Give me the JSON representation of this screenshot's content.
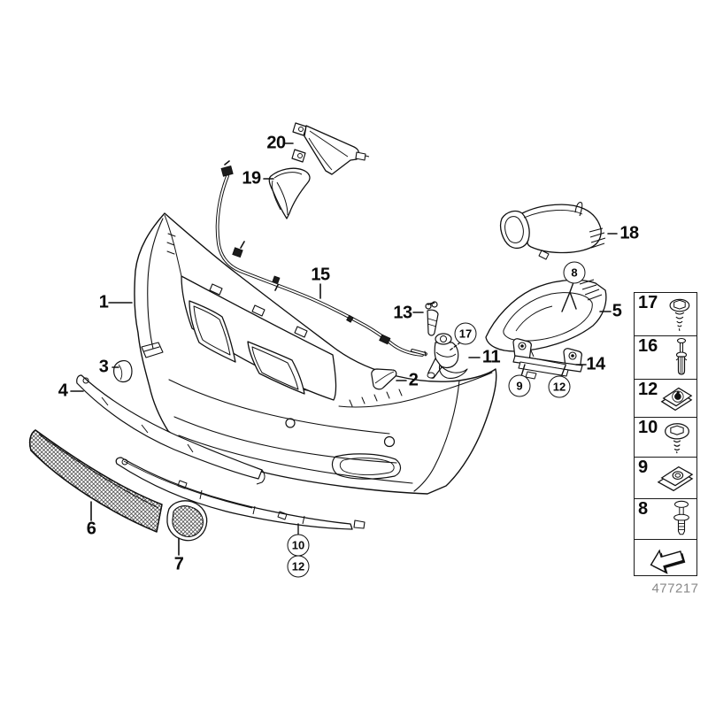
{
  "figure": {
    "number": "477217"
  },
  "callouts": {
    "plain": [
      {
        "label": "1"
      },
      {
        "label": "2"
      },
      {
        "label": "3"
      },
      {
        "label": "4"
      },
      {
        "label": "5"
      },
      {
        "label": "6"
      },
      {
        "label": "7"
      },
      {
        "label": "11"
      },
      {
        "label": "13"
      },
      {
        "label": "14"
      },
      {
        "label": "15"
      },
      {
        "label": "18"
      },
      {
        "label": "19"
      },
      {
        "label": "20"
      }
    ],
    "circled": [
      {
        "label": "8"
      },
      {
        "label": "9"
      },
      {
        "label": "10"
      },
      {
        "label": "12"
      },
      {
        "label": "12"
      },
      {
        "label": "17"
      }
    ]
  },
  "legend": {
    "rows": [
      {
        "number": "17",
        "icon": "hex-head-screw"
      },
      {
        "number": "16",
        "icon": "expansion-rivet"
      },
      {
        "number": "12",
        "icon": "speed-nut-clip"
      },
      {
        "number": "10",
        "icon": "hex-screw-washer"
      },
      {
        "number": "9",
        "icon": "clip-nut"
      },
      {
        "number": "8",
        "icon": "expanding-rivet"
      }
    ],
    "footer_icon": "direction-arrow"
  }
}
